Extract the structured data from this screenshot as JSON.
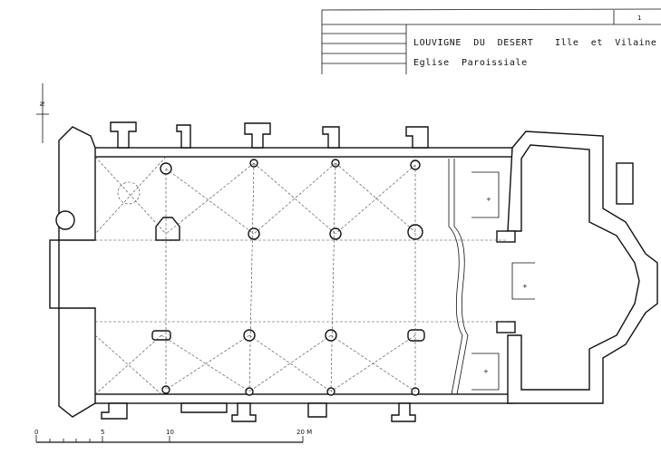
{
  "title_block": {
    "sheet_number": "1",
    "commune": "LOUVIGNE  DU  DESERT",
    "department": "Ille  et  Vilaine",
    "building": "Eglise  Paroissiale"
  },
  "north_arrow": {
    "label": "N"
  },
  "scale_bar": {
    "unit": "M",
    "labels": [
      "0",
      "5",
      "10",
      "20 M"
    ]
  },
  "plan_marks": {
    "cross": "+"
  }
}
